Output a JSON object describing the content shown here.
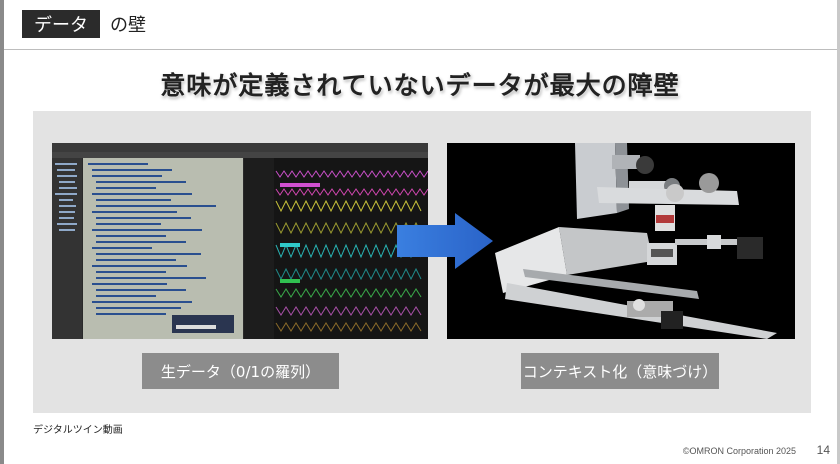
{
  "slide": {
    "tag": "データ",
    "tag_suffix": "の壁",
    "headline": "意味が定義されていないデータが最大の障壁",
    "left_label": "生データ（0/1の羅列）",
    "right_label": "コンテキスト化（意味づけ）",
    "note": "デジタルツイン動画",
    "copyright": "©OMRON Corporation 2025",
    "page_number": "14"
  },
  "colors": {
    "tag_bg": "#2b2b2b",
    "panel_bg": "#e3e3e3",
    "label_bg": "#8c8c8c",
    "arrow": "#2f6fd6"
  }
}
